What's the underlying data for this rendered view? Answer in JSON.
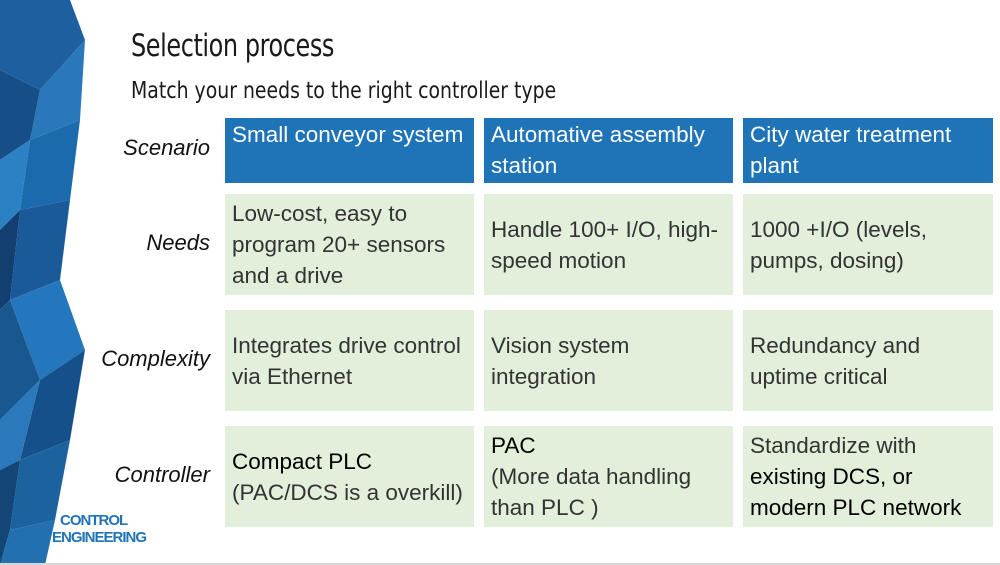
{
  "slide": {
    "title": "Selection process",
    "subtitle": "Match your needs to the right controller type"
  },
  "row_labels": [
    "Scenario",
    "Needs",
    "Complexity",
    "Controller"
  ],
  "table": {
    "scenario": [
      "Small conveyor system",
      "Automative assembly station",
      "City water treatment plant"
    ],
    "needs": [
      "Low-cost, easy to program 20+ sensors and a drive",
      "Handle 100+ I/O, high-speed motion",
      "1000 +I/O (levels, pumps, dosing)"
    ],
    "complexity": [
      "Integrates drive control via Ethernet",
      "Vision system integration",
      "Redundancy and uptime critical"
    ],
    "controller": [
      {
        "lead": "Compact PLC",
        "rest": "(PAC/DCS is a overkill)"
      },
      {
        "lead": "PAC",
        "rest": "(More data handling than PLC )"
      },
      {
        "lead": "Standardize with",
        "rest": "existing DCS, or modern PLC network"
      }
    ]
  },
  "logo": {
    "line1": "CONTROL",
    "line2": "ENGINEERING"
  },
  "colors": {
    "header_blue": "#1f73b7",
    "cell_green": "#e2efda",
    "deco_blue": "#1b5e9e"
  }
}
